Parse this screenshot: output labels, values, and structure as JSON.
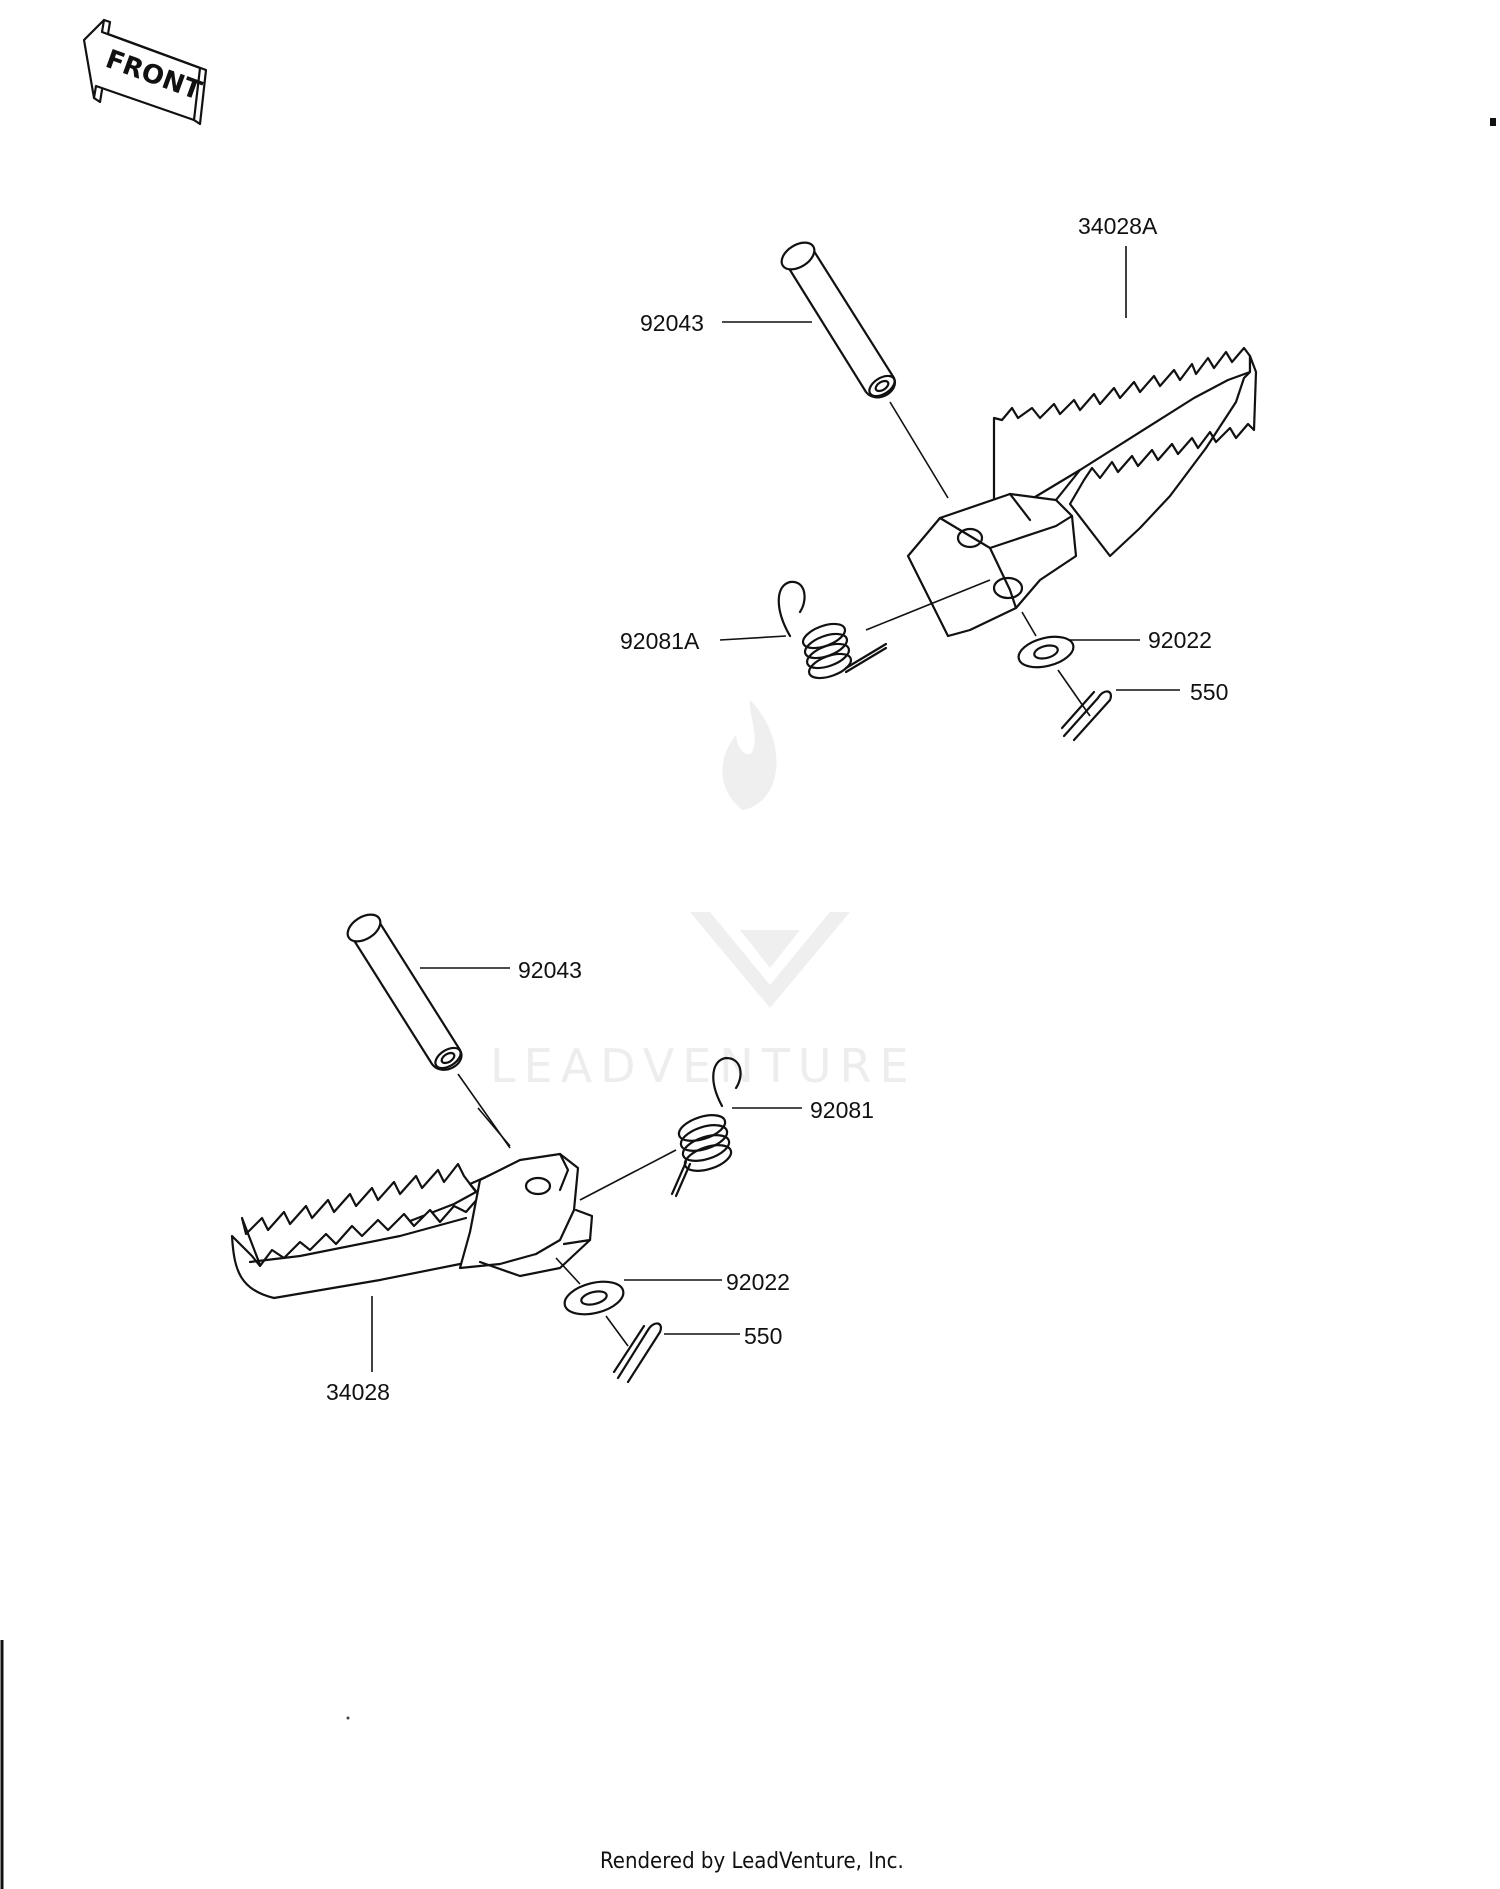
{
  "front_label": "FRONT",
  "parts": {
    "upper": {
      "footpeg": "34028A",
      "pin": "92043",
      "spring": "92081A",
      "washer": "92022",
      "cotter_pin": "550"
    },
    "lower": {
      "footpeg": "34028",
      "pin": "92043",
      "spring": "92081",
      "washer": "92022",
      "cotter_pin": "550"
    }
  },
  "watermark": "LEADVENTURE",
  "footer": "Rendered by LeadVenture, Inc."
}
